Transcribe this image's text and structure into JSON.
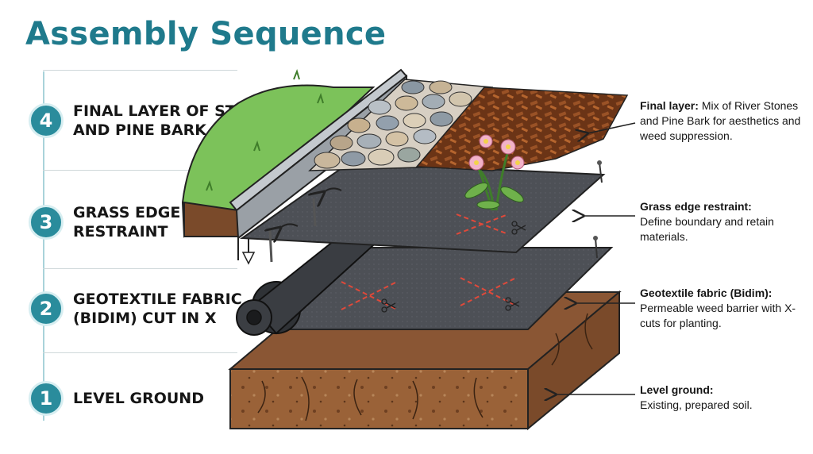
{
  "title": "Assembly Sequence",
  "steps": [
    {
      "number": "4",
      "label": "FINAL LAYER OF STONES AND PINE BARK"
    },
    {
      "number": "3",
      "label": "GRASS EDGE RESTRAINT"
    },
    {
      "number": "2",
      "label": "GEOTEXTILE FABRIC (BIDIM) CUT IN X"
    },
    {
      "number": "1",
      "label": "LEVEL GROUND"
    }
  ],
  "descriptions": [
    {
      "heading": "Final layer:",
      "text": "Mix of River Stones and Pine Bark for aesthetics and weed suppression."
    },
    {
      "heading": "Grass edge restraint:",
      "text": "Define boundary and retain materials."
    },
    {
      "heading": "Geotextile fabric (Bidim):",
      "text": "Permeable weed barrier with X-cuts for planting."
    },
    {
      "heading": "Level ground:",
      "text": "Existing, prepared soil."
    }
  ],
  "colors": {
    "accent": "#2a8c9c",
    "title": "#1f7a8c",
    "grass": "#7cc25a",
    "soil": "#8b5a34",
    "fabric": "#4a4d52",
    "bark": "#7a3e1c",
    "metal": "#a7adb3"
  }
}
